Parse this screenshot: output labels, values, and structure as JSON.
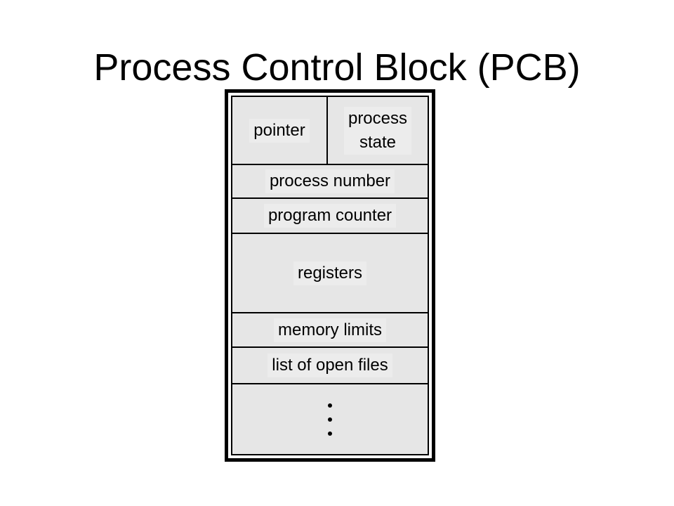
{
  "slide": {
    "title": "Process Control Block (PCB)"
  },
  "pcb": {
    "pointer_label": "pointer",
    "process_state_label": "process\nstate",
    "process_number_label": "process number",
    "program_counter_label": "program counter",
    "registers_label": "registers",
    "memory_limits_label": "memory limits",
    "open_files_label": "list of open files",
    "ellipsis_icon": "vertical-ellipsis"
  },
  "colors": {
    "cell_fill": "#e6e6e6",
    "border": "#000000",
    "background": "#ffffff"
  }
}
